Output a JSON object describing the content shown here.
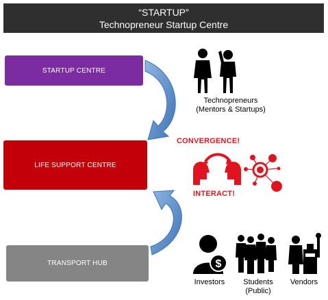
{
  "header": {
    "line1": "“STARTUP”",
    "line2": "Technopreneur Startup Centre"
  },
  "boxes": {
    "startup": "STARTUP CENTRE",
    "life": "LIFE SUPPORT CENTRE",
    "transport": "TRANSPORT HUB"
  },
  "technopreneurs": {
    "line1": "Technopreneurs",
    "line2": "(Mentors & Startups)"
  },
  "convergence": "CONVERGENCE!",
  "interact": "INTERACT!",
  "investors": "Investors",
  "students": {
    "line1": "Students",
    "line2": "(Public)"
  },
  "vendors": "Vendors",
  "colors": {
    "purple": "#7a2ca0",
    "red": "#c3000a",
    "grey": "#858585",
    "blue_arrow": "#5b8fc9",
    "accent_red": "#e0141e"
  },
  "icons": [
    "businessmen-icon",
    "heads-interact-icon",
    "network-icon",
    "investor-icon",
    "students-crowd-icon",
    "vendor-icon"
  ]
}
